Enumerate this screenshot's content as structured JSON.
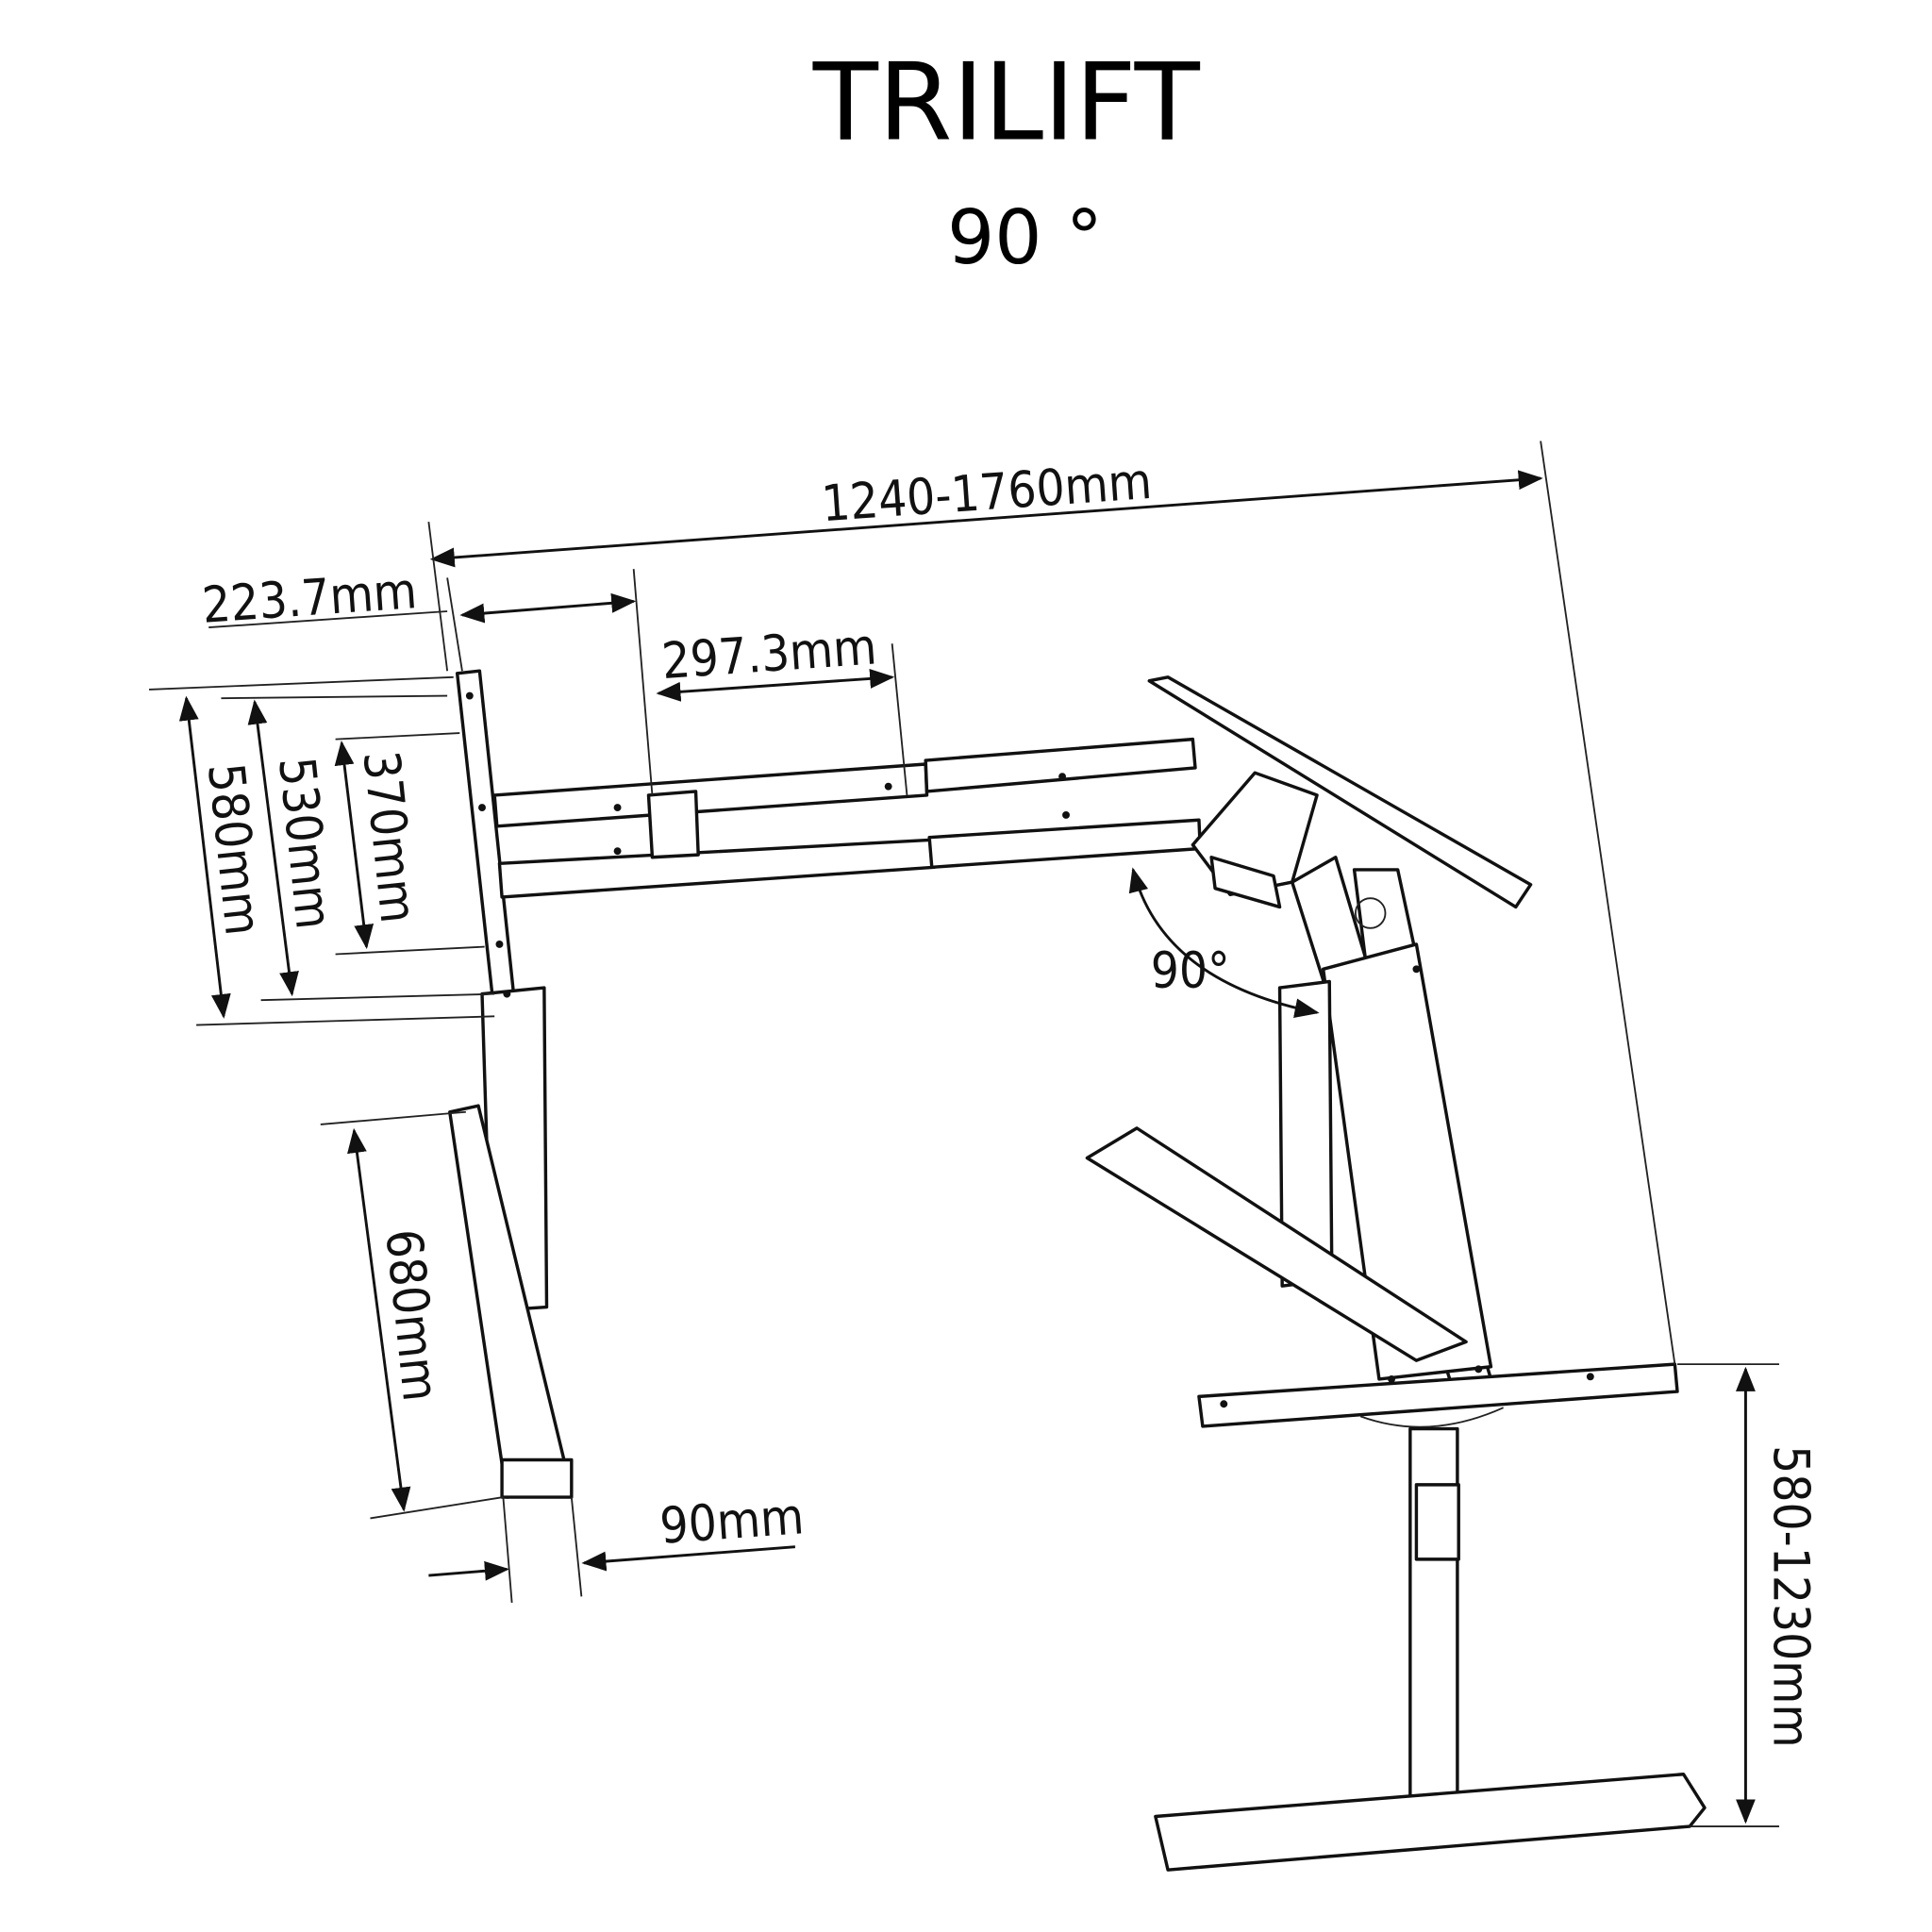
{
  "title": "TRILIFT",
  "subtitle": "90 °",
  "dimensions": {
    "overall_width": "1240-1760mm",
    "side_offset": "223.7mm",
    "beam_extension": "297.3mm",
    "depth_inner": "370mm",
    "depth_mid": "530mm",
    "depth_outer": "580mm",
    "foot_length": "680mm",
    "foot_width": "90mm",
    "corner_angle": "90°",
    "height_range": "580-1230mm"
  }
}
